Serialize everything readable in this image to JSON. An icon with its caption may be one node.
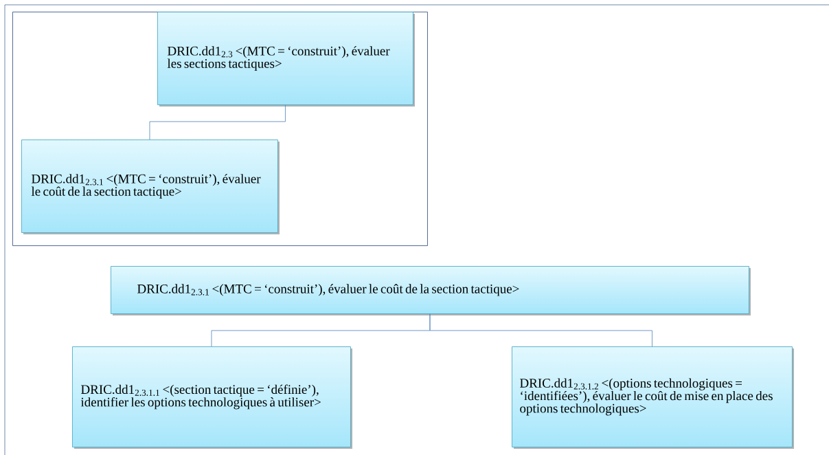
{
  "diagram": {
    "nodes": [
      {
        "text": [],
        "shape": "box"
      },
      {
        "text": [
          "DRIC.dd1$_{2.3}$ <(MTC = ‘construit’), évaluer les sections tactiques>"
        ],
        "in": 0
      },
      {
        "text": [
          "DRIC.dd1$_{2.3.1}$ <(MTC = ‘construit’), évaluer le coût de la section tactique>"
        ],
        "in": 0
      },
      {
        "text": [
          "DRIC.dd1$_{2.3.1}$ <(MTC = ‘construit’), évaluer le coût de la section tactique>"
        ]
      },
      {
        "text": [
          "DRIC.dd1$_{2.3.1.1}$ <(section tactique = ‘définie’), identifier les options technologiques à utiliser>"
        ]
      },
      {
        "text": [
          "DRIC.dd1$_{2.3.1.2}$ <(options technologiques = ‘identifiées’), évaluer le coût de mise en place des options technologiques>"
        ]
      }
    ],
    "edges": [
      {
        "from": 1,
        "to": 2,
        "arrow": "none"
      },
      {
        "from": 3,
        "to": 4,
        "arrow": "none"
      },
      {
        "from": 3,
        "to": 5,
        "arrow": "none"
      }
    ]
  }
}
